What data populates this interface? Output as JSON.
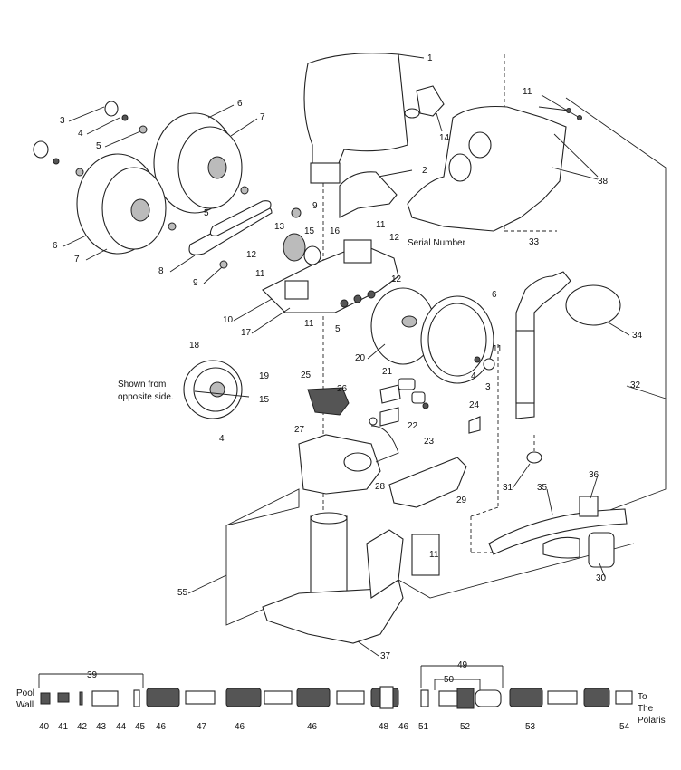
{
  "text": {
    "shown_from": "Shown from",
    "opposite_side": "opposite side.",
    "serial_number": "Serial Number",
    "pool": "Pool",
    "wall": "Wall",
    "to": "To",
    "the": "The",
    "polaris": "Polaris"
  },
  "callouts": [
    "1",
    "2",
    "3",
    "4",
    "5",
    "6",
    "7",
    "9",
    "11",
    "12",
    "13",
    "14",
    "15",
    "16",
    "17",
    "18",
    "19",
    "20",
    "21",
    "22",
    "23",
    "24",
    "25",
    "26",
    "27",
    "28",
    "29",
    "30",
    "31",
    "32",
    "33",
    "34",
    "35",
    "36",
    "37",
    "38",
    "39",
    "40",
    "41",
    "42",
    "43",
    "44",
    "45",
    "46",
    "47",
    "48",
    "49",
    "50",
    "51",
    "52",
    "53",
    "54",
    "55",
    "8",
    "10"
  ]
}
